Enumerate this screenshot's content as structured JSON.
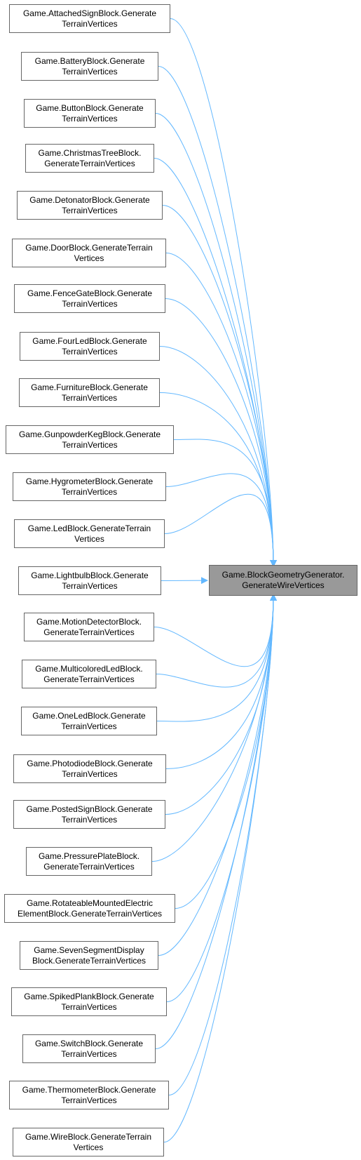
{
  "target": {
    "line1": "Game.BlockGeometryGenerator.",
    "line2": "GenerateWireVertices"
  },
  "callers": [
    {
      "line1": "Game.AttachedSignBlock.Generate",
      "line2": "TerrainVertices"
    },
    {
      "line1": "Game.BatteryBlock.Generate",
      "line2": "TerrainVertices"
    },
    {
      "line1": "Game.ButtonBlock.Generate",
      "line2": "TerrainVertices"
    },
    {
      "line1": "Game.ChristmasTreeBlock.",
      "line2": "GenerateTerrainVertices"
    },
    {
      "line1": "Game.DetonatorBlock.Generate",
      "line2": "TerrainVertices"
    },
    {
      "line1": "Game.DoorBlock.GenerateTerrain",
      "line2": "Vertices"
    },
    {
      "line1": "Game.FenceGateBlock.Generate",
      "line2": "TerrainVertices"
    },
    {
      "line1": "Game.FourLedBlock.Generate",
      "line2": "TerrainVertices"
    },
    {
      "line1": "Game.FurnitureBlock.Generate",
      "line2": "TerrainVertices"
    },
    {
      "line1": "Game.GunpowderKegBlock.Generate",
      "line2": "TerrainVertices"
    },
    {
      "line1": "Game.HygrometerBlock.Generate",
      "line2": "TerrainVertices"
    },
    {
      "line1": "Game.LedBlock.GenerateTerrain",
      "line2": "Vertices"
    },
    {
      "line1": "Game.LightbulbBlock.Generate",
      "line2": "TerrainVertices"
    },
    {
      "line1": "Game.MotionDetectorBlock.",
      "line2": "GenerateTerrainVertices"
    },
    {
      "line1": "Game.MulticoloredLedBlock.",
      "line2": "GenerateTerrainVertices"
    },
    {
      "line1": "Game.OneLedBlock.Generate",
      "line2": "TerrainVertices"
    },
    {
      "line1": "Game.PhotodiodeBlock.Generate",
      "line2": "TerrainVertices"
    },
    {
      "line1": "Game.PostedSignBlock.Generate",
      "line2": "TerrainVertices"
    },
    {
      "line1": "Game.PressurePlateBlock.",
      "line2": "GenerateTerrainVertices"
    },
    {
      "line1": "Game.RotateableMountedElectric",
      "line2": "ElementBlock.GenerateTerrainVertices"
    },
    {
      "line1": "Game.SevenSegmentDisplay",
      "line2": "Block.GenerateTerrainVertices"
    },
    {
      "line1": "Game.SpikedPlankBlock.Generate",
      "line2": "TerrainVertices"
    },
    {
      "line1": "Game.SwitchBlock.Generate",
      "line2": "TerrainVertices"
    },
    {
      "line1": "Game.ThermometerBlock.Generate",
      "line2": "TerrainVertices"
    },
    {
      "line1": "Game.WireBlock.GenerateTerrain",
      "line2": "Vertices"
    }
  ],
  "colors": {
    "edge": "#63b8ff",
    "node_border": "#666666",
    "target_fill": "#999999"
  }
}
